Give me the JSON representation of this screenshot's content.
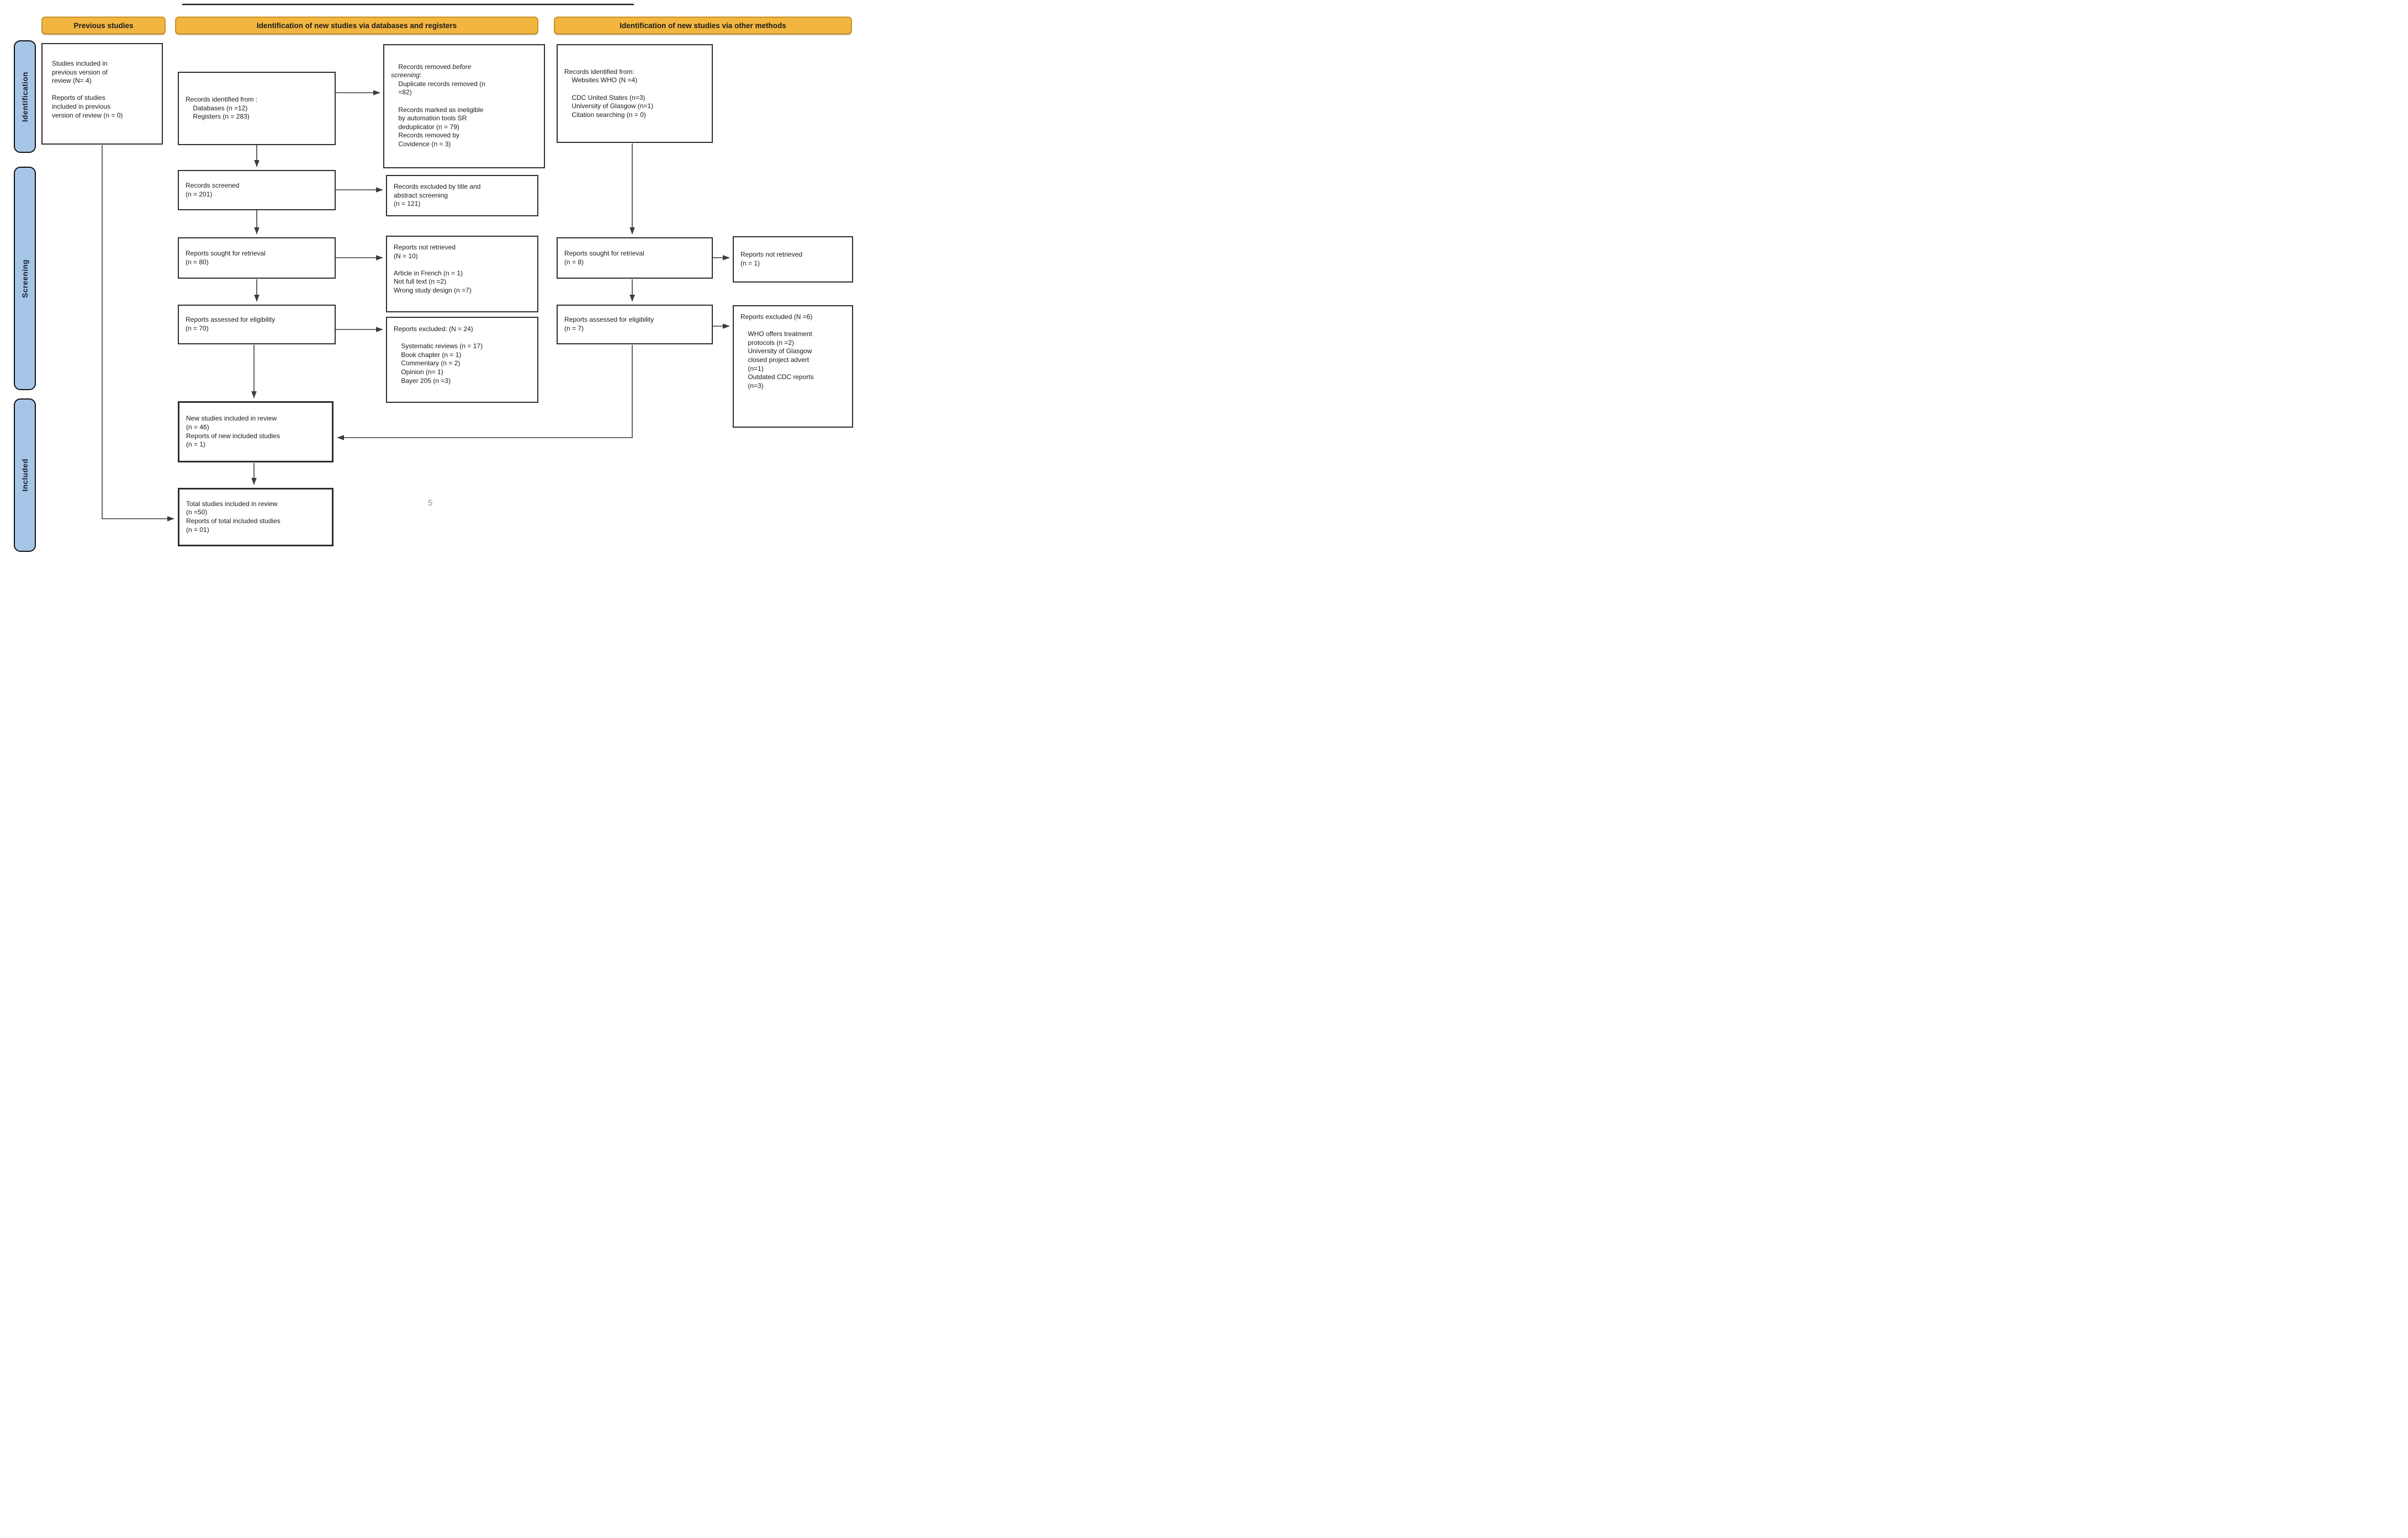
{
  "page": {
    "number_label": "5"
  },
  "headers": {
    "previous": "Previous studies",
    "databases": "Identification of new studies via databases and registers",
    "other": "Identification of new studies via other methods"
  },
  "side_labels": {
    "identification": "Identification",
    "screening": "Screening",
    "included": "Included"
  },
  "colors": {
    "header_bg": "#F2B540",
    "header_border": "#C99227",
    "side_label_bg": "#A6C6E7",
    "box_border": "#2E2E2E",
    "arrow": "#3C3C3C",
    "page_number": "#8C8C8C"
  },
  "boxes": {
    "previous_studies": "Studies included in\nprevious version of\nreview (N= 4)\n\nReports of studies\nincluded in previous\nversion of review (n = 0)",
    "records_identified": "Records identified from :\n    Databases (n =12)\n    Registers (n = 283)",
    "records_removed_prefix": "Records removed ",
    "records_removed_italic": "before\nscreening",
    "records_removed_suffix": ":",
    "records_removed_items": "\n    Duplicate records removed (n\n    =82)\n\n    Records marked as ineligible\n    by automation tools SR\n    deduplicator (n = 79)\n    Records removed by\n    Covidence (n = 3)",
    "records_screened": "Records screened\n(n = 201)",
    "records_excluded": "Records excluded by title and\nabstract screening\n(n = 121)",
    "reports_sought": "Reports sought for retrieval\n(n = 80)",
    "reports_not_retrieved": "Reports not retrieved\n(N = 10)\n\nArticle in French (n = 1)\nNot full text (n =2)\nWrong study design (n =7)",
    "reports_assessed": "Reports assessed for eligibility\n(n = 70)",
    "reports_excluded": "Reports excluded: (N = 24)\n\n    Systematic reviews (n = 17)\n    Book chapter (n = 1)\n    Commentary (n = 2)\n    Opinion (n= 1)\n    Bayer 205 (n =3)",
    "new_studies": "New studies included in review\n(n = 46)\nReports of new included studies\n(n = 1)",
    "total_studies": "Total studies included in review\n(n =50)\nReports of total included studies\n(n = 01)",
    "other_records_identified": "Records identified from:\n    Websites WHO (N =4)\n\n    CDC United States (n=3)\n    University of Glasgow (n=1)\n    Citation searching (n = 0)",
    "other_reports_sought": "Reports sought for retrieval\n(n = 8)",
    "other_reports_not_retrieved": "Reports not retrieved\n(n = 1)",
    "other_reports_assessed": "Reports assessed for eligibility\n(n = 7)",
    "other_reports_excluded": "Reports excluded (N =6)\n\n    WHO offers treatment\n    protocols (n =2)\n    University of Glasgow\n    closed project advert\n    (n=1)\n    Outdated CDC reports\n    (n=3)"
  }
}
